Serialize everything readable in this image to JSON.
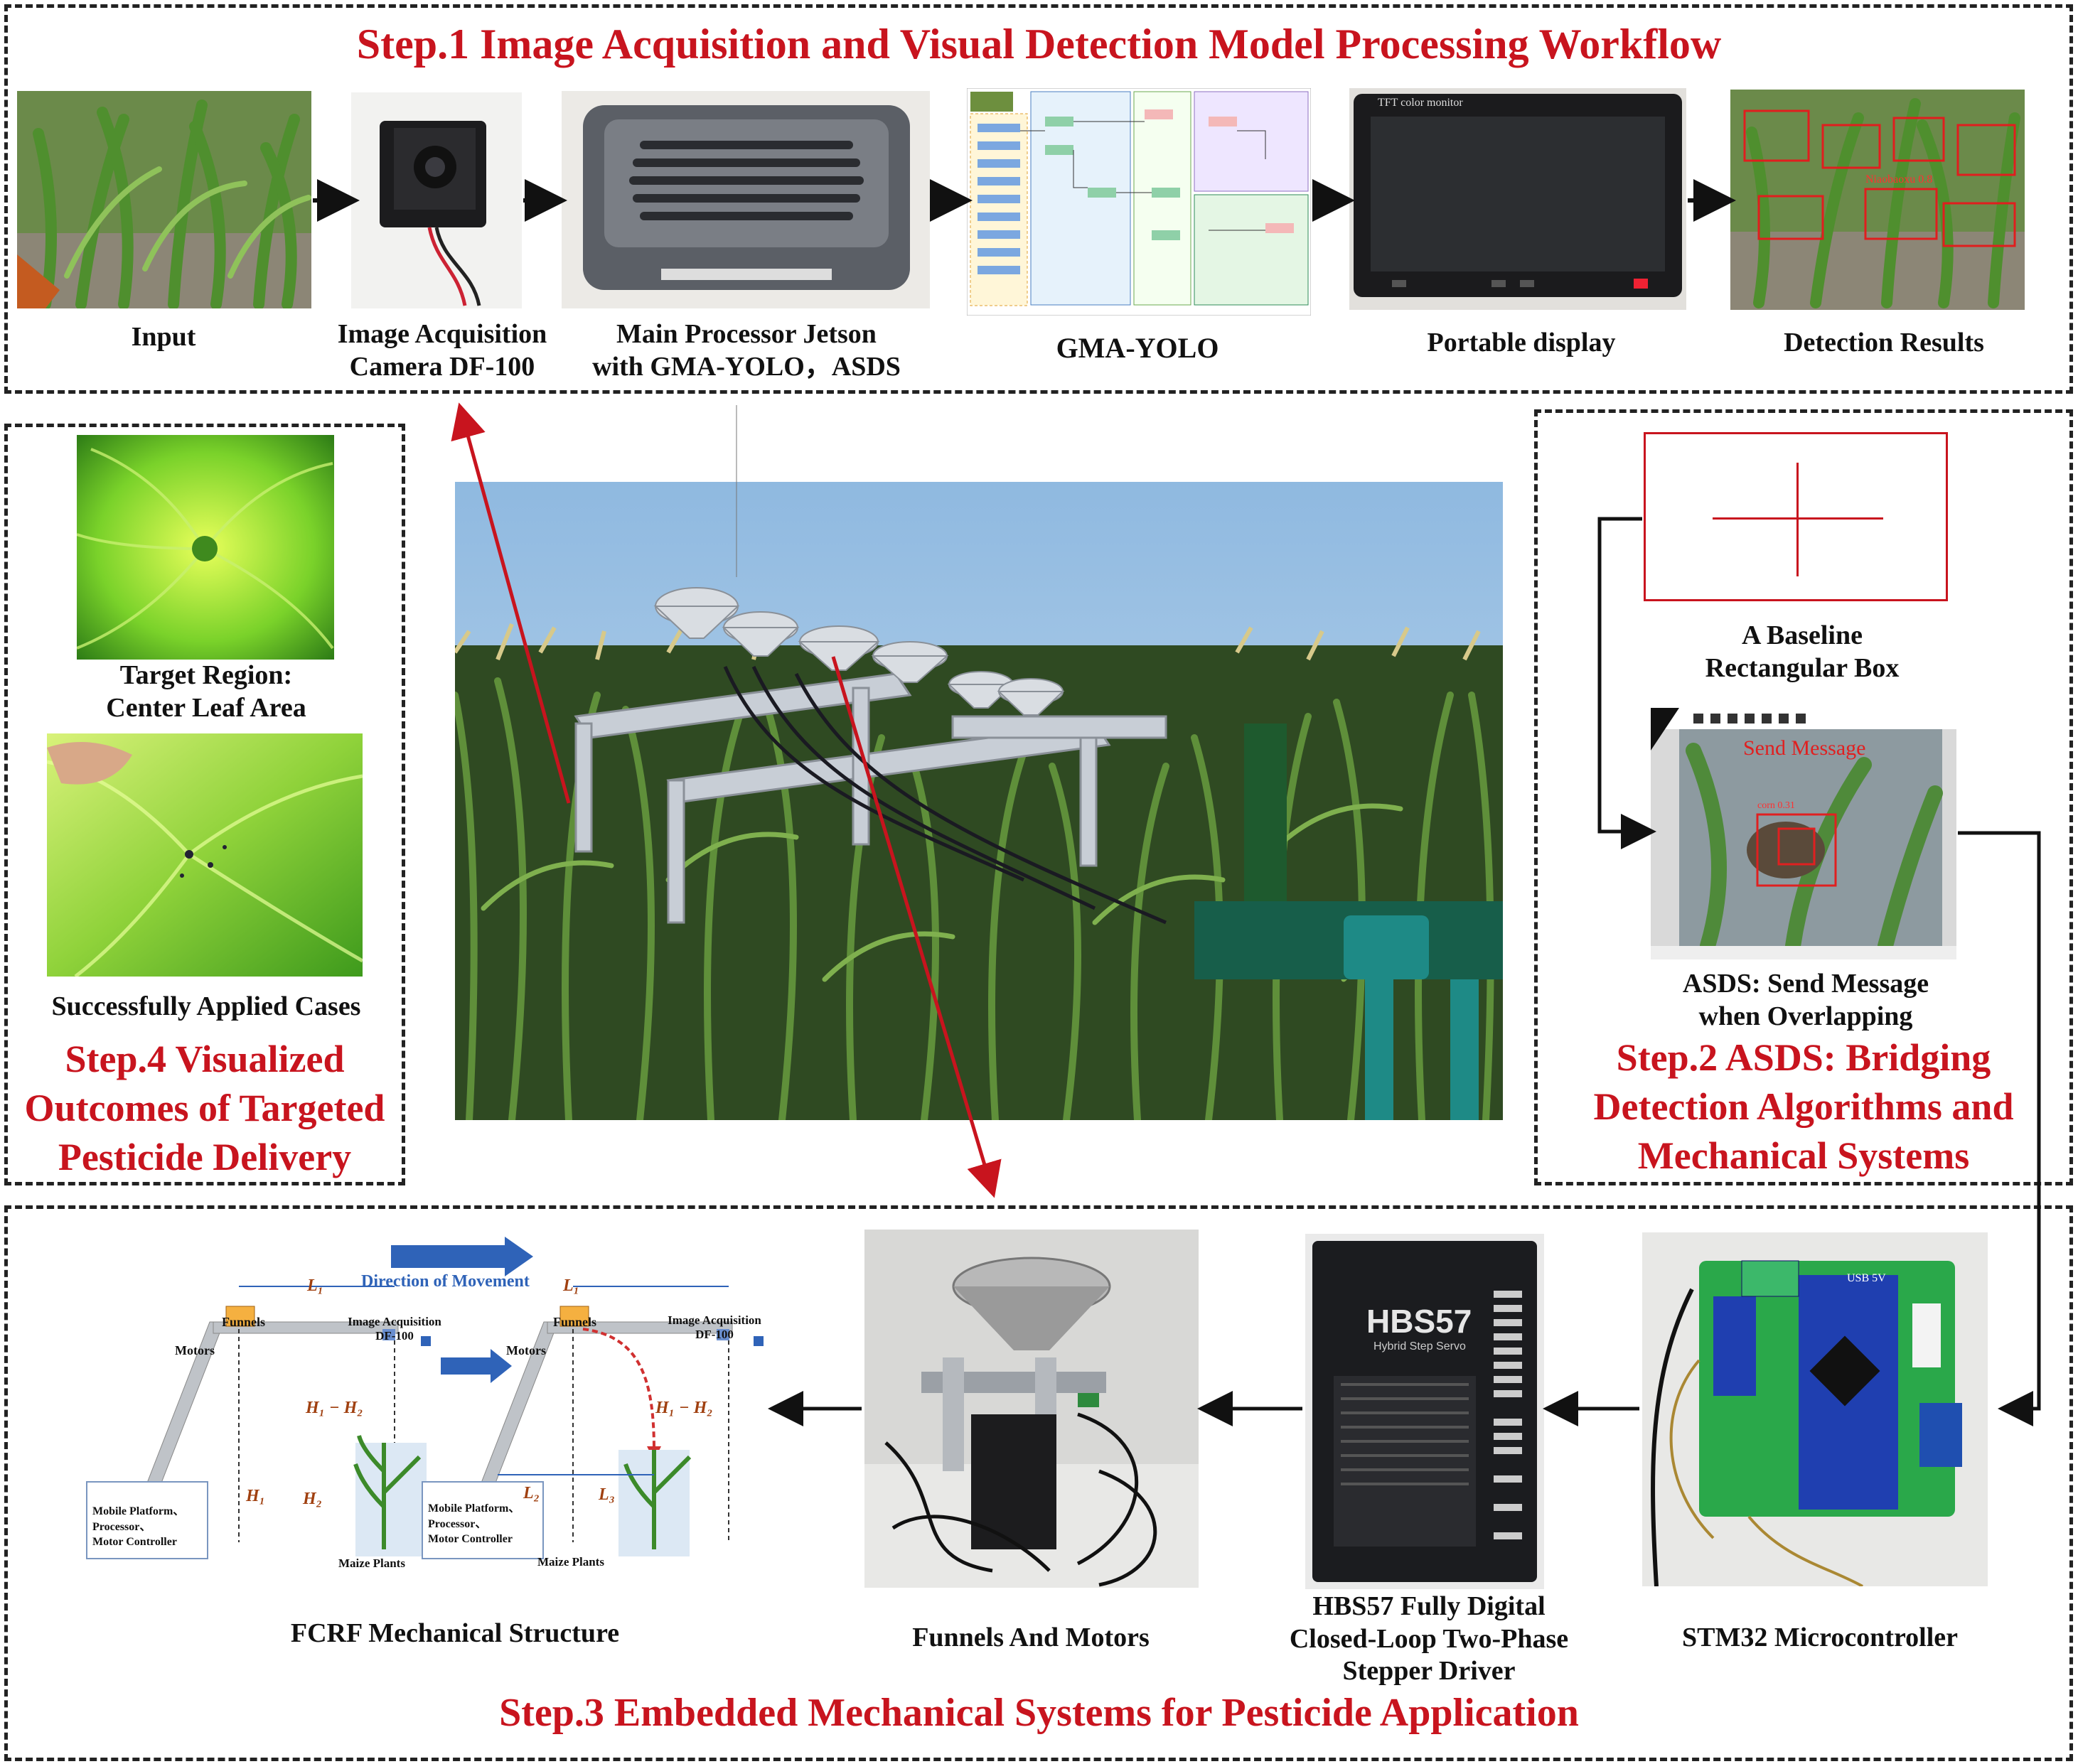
{
  "step1": {
    "title": "Step.1 Image Acquisition and Visual Detection Model Processing Workflow",
    "items": [
      {
        "label": "Input"
      },
      {
        "label": "Image Acquisition\nCamera DF-100"
      },
      {
        "label": "Main Processor Jetson\nwith GMA-YOLO，ASDS"
      },
      {
        "label": "GMA-YOLO"
      },
      {
        "label": "Portable display"
      },
      {
        "label": "Detection Results"
      }
    ],
    "display_header": "TFT color monitor",
    "detection_tag": "Niaobaoxu 0.8"
  },
  "step2": {
    "title": "Step.2 ASDS: Bridging\nDetection Algorithms and\nMechanical Systems",
    "baseline_label": "A  Baseline\nRectangular Box",
    "screen_label": "ASDS: Send Message\nwhen  Overlapping",
    "screen_overlay": "Send Message",
    "screen_tag": "corn 0.31"
  },
  "step3": {
    "title": "Step.3 Embedded Mechanical Systems for Pesticide Application",
    "fcrf_label": "FCRF Mechanical Structure",
    "funnels_label": "Funnels And Motors",
    "driver_label": "HBS57 Fully Digital\nClosed-Loop Two-Phase\nStepper Driver",
    "stm32_label": "STM32 Microcontroller",
    "diagram": {
      "direction": "Direction of Movement",
      "l1": "L₁",
      "l2": "L₂",
      "l3": "L₃",
      "funnels": "Funnels",
      "camera": "Image Acquisition\nDF-100",
      "motors": "Motors",
      "h1": "H₁",
      "h2": "H₂",
      "h1h2": "H₁ − H₂",
      "platform": "Mobile Platform、\nProcessor、\nMotor Controller",
      "maize": "Maize Plants"
    },
    "driver_brand": "HBS57",
    "driver_sub": "Hybrid Step Servo",
    "board_text": "USB 5V"
  },
  "step4": {
    "title": "Step.4 Visualized\nOutcomes of Targeted\nPesticide Delivery",
    "target_label": "Target Region:\nCenter Leaf Area",
    "cases_label": "Successfully Applied Cases"
  },
  "colors": {
    "accent_red": "#c8141e",
    "arrow_red": "#c8141e",
    "dashed": "#222222",
    "blue_arrow": "#2f63b8"
  }
}
